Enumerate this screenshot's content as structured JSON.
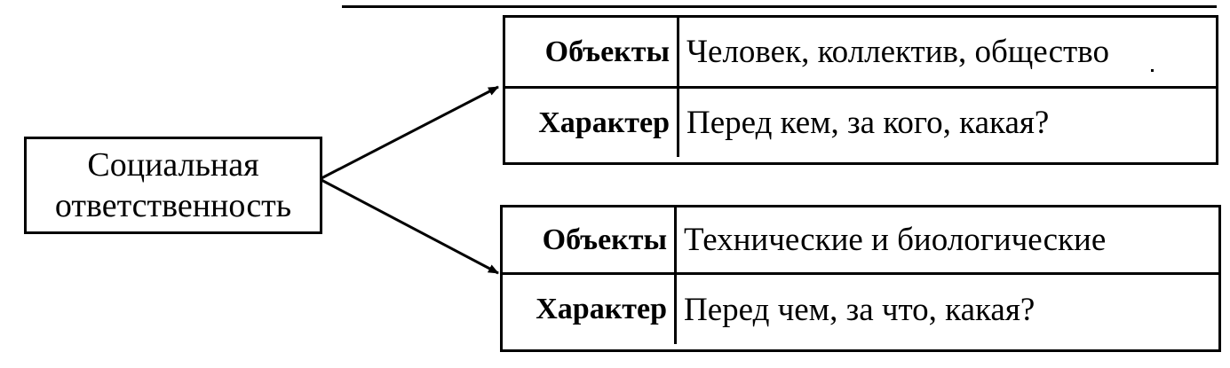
{
  "source": {
    "line1": "Социальная",
    "line2": "ответственность"
  },
  "tables": [
    {
      "rows": [
        {
          "label": "Объекты",
          "value": "Человек, коллектив, общество"
        },
        {
          "label": "Характер",
          "value": "Перед кем, за кого, какая?"
        }
      ]
    },
    {
      "rows": [
        {
          "label": "Объекты",
          "value": "Технические и биологические"
        },
        {
          "label": "Характер",
          "value": "Перед чем, за что, какая?"
        }
      ]
    }
  ],
  "colors": {
    "ink": "#000000",
    "background": "#ffffff"
  }
}
